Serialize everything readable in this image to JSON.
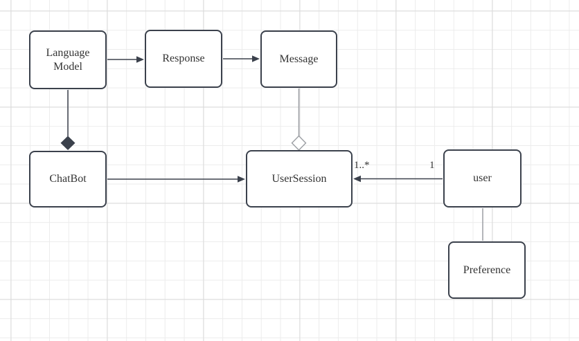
{
  "canvas": {
    "background": "#ffffff",
    "grid_minor_color": "#ececec",
    "grid_major_color": "#d9d9d9"
  },
  "diagram": {
    "type": "uml-class-diagram",
    "nodes": {
      "language_model": {
        "label": "Language Model"
      },
      "response": {
        "label": "Response"
      },
      "message": {
        "label": "Message"
      },
      "chatbot": {
        "label": "ChatBot"
      },
      "user_session": {
        "label": "UserSession"
      },
      "user": {
        "label": "user"
      },
      "preference": {
        "label": "Preference"
      }
    },
    "edges": {
      "language_model_to_response": {
        "type": "directed-arrow"
      },
      "response_to_message": {
        "type": "directed-arrow"
      },
      "language_model_to_chatbot": {
        "type": "composition-filled-diamond"
      },
      "message_to_user_session": {
        "type": "aggregation-hollow-diamond"
      },
      "chatbot_to_user_session": {
        "type": "directed-arrow"
      },
      "user_to_user_session": {
        "type": "directed-arrow",
        "source_multiplicity": "1",
        "target_multiplicity": "1..*"
      },
      "user_to_preference": {
        "type": "plain-line"
      }
    },
    "colors": {
      "node_border": "#3b414c",
      "node_fill": "#ffffff",
      "text": "#333333",
      "edge_dark": "#3b414c",
      "edge_light": "#9b9ea3"
    }
  }
}
